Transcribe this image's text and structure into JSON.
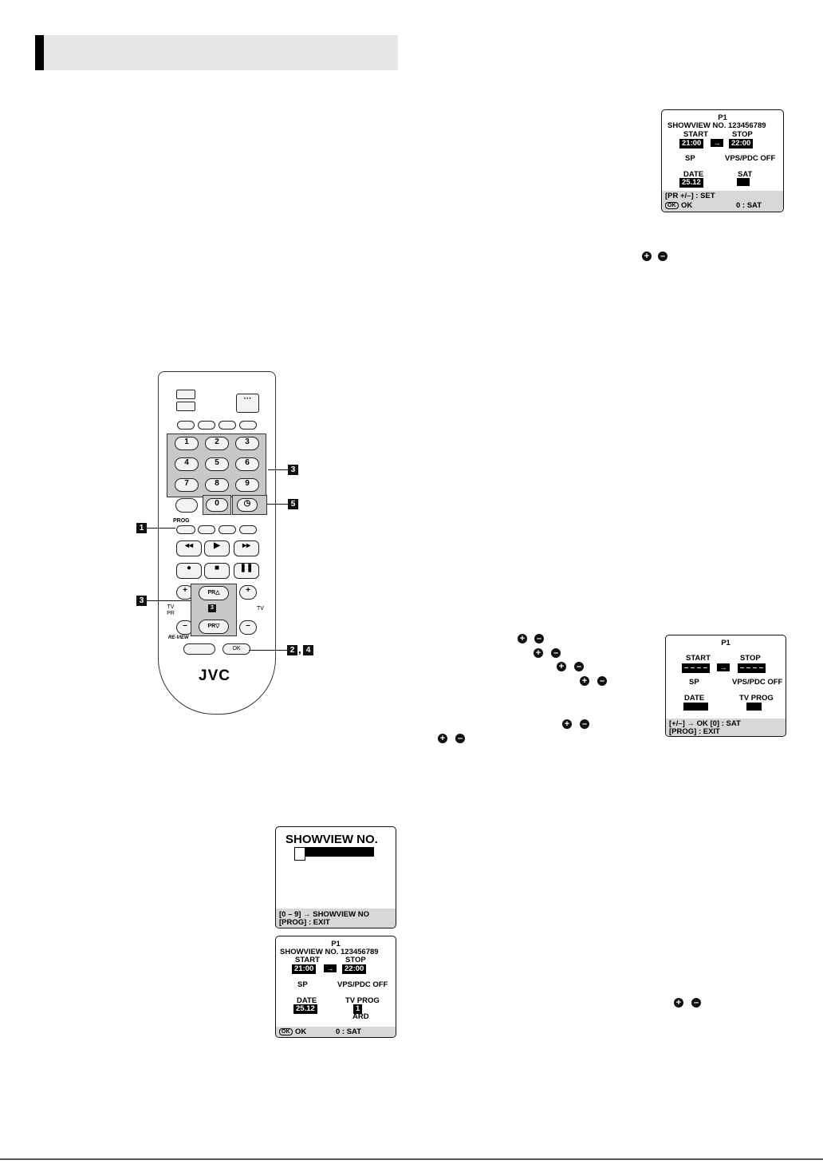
{
  "osd_top": {
    "program": "P1",
    "showview_no": "SHOWVIEW NO. 123456789",
    "start_label": "START",
    "stop_label": "STOP",
    "start_time": "21:00",
    "stop_time": "22:00",
    "speed": "SP",
    "vps_pdc": "VPS/PDC OFF",
    "date_label": "DATE",
    "date_value": "25.12",
    "sat_label": "SAT",
    "foot_line1": "[PR +/–] : SET",
    "foot_ok": "OK",
    "foot_save": "0 : SAT"
  },
  "osd_middle": {
    "program": "P1",
    "start_label": "START",
    "stop_label": "STOP",
    "start_time": "– – – –",
    "stop_time": "– – – –",
    "speed": "SP",
    "vps_pdc": "VPS/PDC OFF",
    "date_label": "DATE",
    "tvprog_label": "TV PROG",
    "foot_line1": "[+/–] → OK      [0] : SAT",
    "foot_line2": "[PROG] : EXIT"
  },
  "osd_showview": {
    "title": "SHOWVIEW NO.",
    "foot_line1": "[0 – 9] → SHOWVIEW NO",
    "foot_line2": "[PROG] : EXIT"
  },
  "osd_bottom": {
    "program": "P1",
    "showview_no": "SHOWVIEW NO. 123456789",
    "start_label": "START",
    "stop_label": "STOP",
    "start_time": "21:00",
    "stop_time": "22:00",
    "speed": "SP",
    "vps_pdc": "VPS/PDC OFF",
    "date_label": "DATE",
    "date_value": "25.12",
    "tvprog_label": "TV PROG",
    "tvprog_value": "1",
    "channel": "ARD",
    "foot_ok": "OK",
    "foot_save": "0 : SAT"
  },
  "remote": {
    "keys": [
      "1",
      "2",
      "3",
      "4",
      "5",
      "6",
      "7",
      "8",
      "9",
      "0"
    ],
    "prog_label": "PROG",
    "pr_up": "PR△",
    "pr_down": "PR▽",
    "tv_pr": "TV PR",
    "tv": "TV",
    "review": "RE-VIEW",
    "ok": "OK",
    "brand": "JVC",
    "callouts": [
      "1",
      "2",
      "3",
      "3",
      "4",
      "5"
    ],
    "callout_24_sep": ","
  },
  "icons": {
    "plus_circle": "plus-circle-icon",
    "minus_circle": "minus-circle-icon"
  }
}
